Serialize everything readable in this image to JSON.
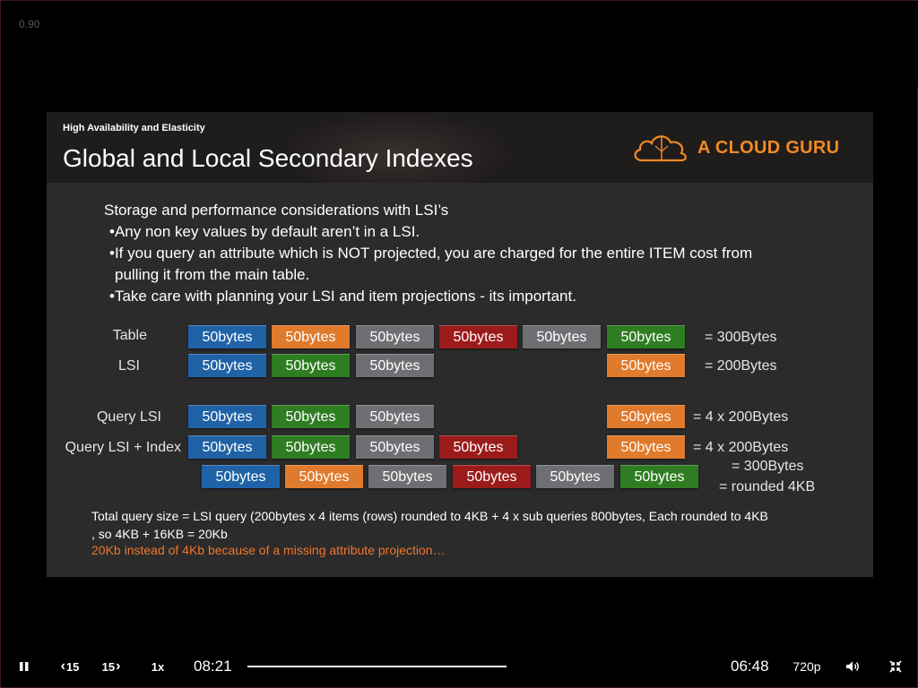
{
  "player": {
    "speed_badge": "0.90",
    "rewind_label": "15",
    "forward_label": "15",
    "rate_label": "1x",
    "elapsed": "08:21",
    "remaining": "06:48",
    "quality": "720p"
  },
  "slide": {
    "kicker": "High Availability and Elasticity",
    "title": "Global and Local Secondary Indexes",
    "logo_text": "A CLOUD GURU",
    "accent_color": "#f08a24",
    "bullets": {
      "heading": "Storage and performance considerations with LSI’s",
      "b1": "•Any non key values by default aren’t in a LSI.",
      "b2": "•If you query an attribute which is NOT projected, you are charged for the entire ITEM cost from",
      "b2_cont": "pulling it from the main table.",
      "b3": "•Take care with planning your LSI and item projections - its important."
    },
    "rows": {
      "table_label": "Table",
      "lsi_label": "LSI",
      "query_lsi_label": "Query LSI",
      "query_lsi_index_label": "Query LSI + Index",
      "cell_text": "50bytes",
      "table_total": "= 300Bytes",
      "lsi_total": "= 200Bytes",
      "query_lsi_total": "= 4 x 200Bytes",
      "query_lsi_index_total": "= 4 x 200Bytes",
      "item_total": "= 300Bytes",
      "item_rounded": "= rounded 4KB"
    },
    "summary_line1": "Total query size = LSI query (200bytes x 4 items (rows) rounded to 4KB + 4 x sub queries 800bytes, Each rounded to 4KB",
    "summary_line2": ", so 4KB + 16KB = 20Kb",
    "summary_note": "20Kb instead of 4Kb because of a missing attribute projection…"
  }
}
